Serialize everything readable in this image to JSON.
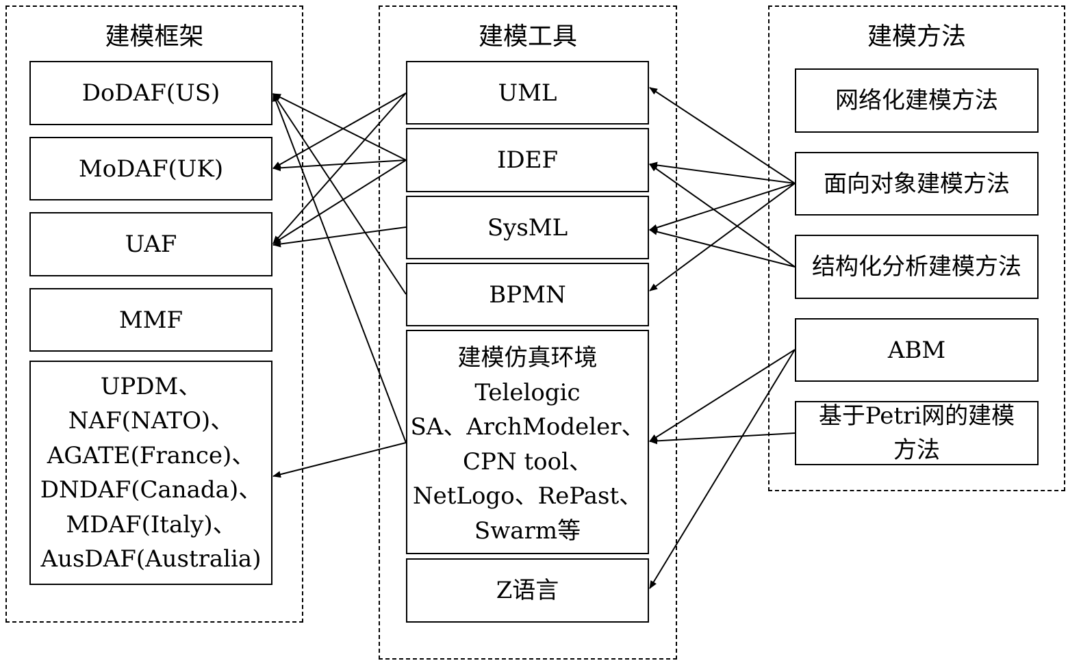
{
  "groups": {
    "frameworks": {
      "title": "建模框架",
      "items": [
        "DoDAF(US)",
        "MoDAF(UK)",
        "UAF",
        "MMF",
        "UPDM、\nNAF(NATO)、\nAGATE(France)、\nDNDAF(Canada)、\nMDAF(Italy)、\nAusDAF(Australia)"
      ]
    },
    "tools": {
      "title": "建模工具",
      "items": [
        "UML",
        "IDEF",
        "SysML",
        "BPMN",
        "建模仿真环境\nTelelogic\nSA、ArchModeler、\nCPN tool、\nNetLogo、RePast、\nSwarm等",
        "Z语言"
      ]
    },
    "methods": {
      "title": "建模方法",
      "items": [
        "网络化建模方法",
        "面向对象建模方法",
        "结构化分析建模方法",
        "ABM",
        "基于Petri网的建模\n方法"
      ]
    }
  },
  "links": [
    {
      "from": "UML",
      "to": "MoDAF(UK)"
    },
    {
      "from": "UML",
      "to": "UAF"
    },
    {
      "from": "IDEF",
      "to": "DoDAF(US)"
    },
    {
      "from": "IDEF",
      "to": "MoDAF(UK)"
    },
    {
      "from": "IDEF",
      "to": "UAF"
    },
    {
      "from": "SysML",
      "to": "UAF"
    },
    {
      "from": "BPMN",
      "to": "DoDAF(US)"
    },
    {
      "from": "建模仿真环境",
      "to": "DoDAF(US)"
    },
    {
      "from": "建模仿真环境",
      "to": "UPDM"
    },
    {
      "from": "面向对象建模方法",
      "to": "UML"
    },
    {
      "from": "面向对象建模方法",
      "to": "IDEF"
    },
    {
      "from": "面向对象建模方法",
      "to": "SysML"
    },
    {
      "from": "面向对象建模方法",
      "to": "BPMN"
    },
    {
      "from": "结构化分析建模方法",
      "to": "IDEF"
    },
    {
      "from": "结构化分析建模方法",
      "to": "SysML"
    },
    {
      "from": "ABM",
      "to": "建模仿真环境"
    },
    {
      "from": "ABM",
      "to": "Z语言"
    },
    {
      "from": "基于Petri网的建模方法",
      "to": "建模仿真环境"
    }
  ]
}
